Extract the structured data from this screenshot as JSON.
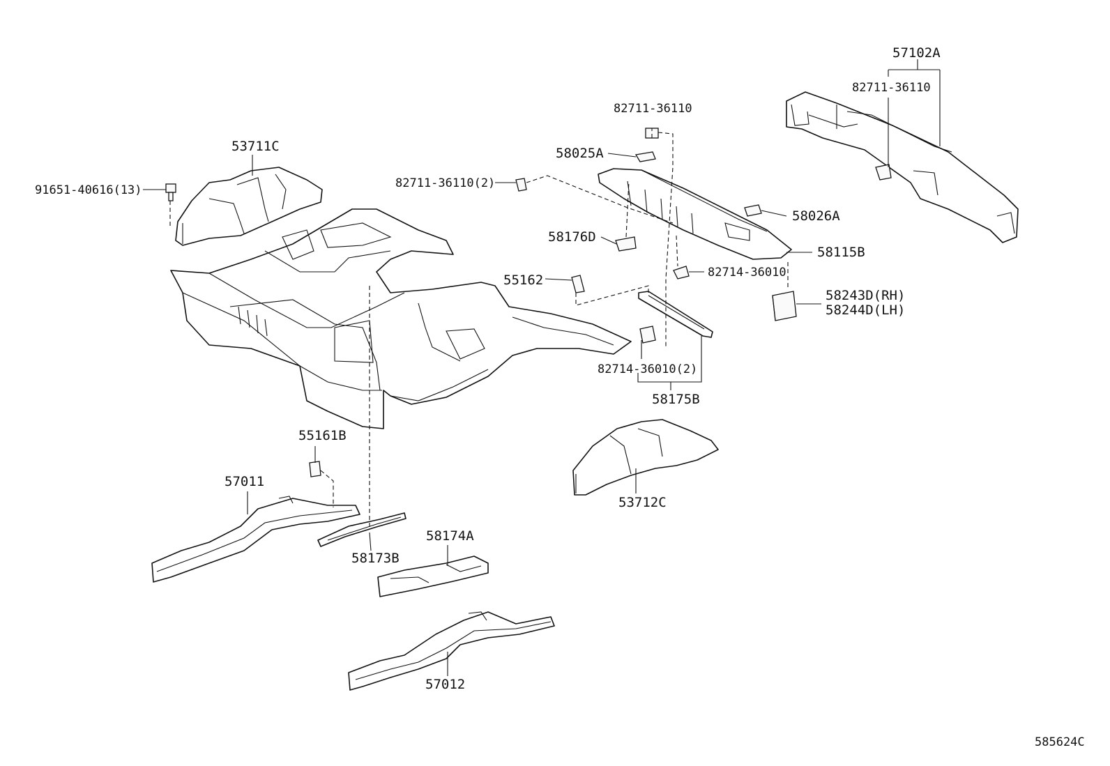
{
  "diagram_id": "585624C",
  "callouts": {
    "p57102A": "57102A",
    "p82711_top": "82711-36110",
    "p82711_mid": "82711-36110",
    "p53711C": "53711C",
    "p58025A": "58025A",
    "p91651": "91651-40616(13)",
    "p82711_2": "82711-36110(2)",
    "p58026A": "58026A",
    "p58176D": "58176D",
    "p58115B": "58115B",
    "p55162": "55162",
    "p82714": "82714-36010",
    "p58243D": "58243D(RH)",
    "p58244D": "58244D(LH)",
    "p82714_2": "82714-36010(2)",
    "p58175B": "58175B",
    "p55161B": "55161B",
    "p57011": "57011",
    "p53712C": "53712C",
    "p58174A": "58174A",
    "p58173B": "58173B",
    "p57012": "57012"
  }
}
